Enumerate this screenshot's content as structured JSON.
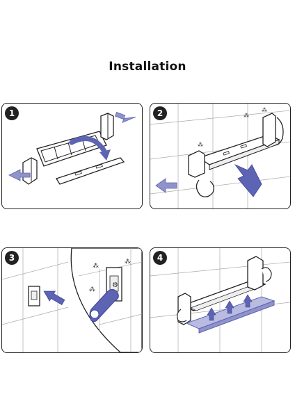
{
  "title": "Installation",
  "steps": [
    {
      "number": "1",
      "icon": "shelf-assembly-icon"
    },
    {
      "number": "2",
      "icon": "wall-mount-icon"
    },
    {
      "number": "3",
      "icon": "wrench-tighten-icon"
    },
    {
      "number": "4",
      "icon": "shelf-insert-icon"
    }
  ],
  "colors": {
    "arrow": "#8f93c9",
    "arrow_light": "#b9bce0",
    "arrow_dark": "#5d64b3",
    "line": "#222222",
    "tile": "#aaaaaa"
  }
}
